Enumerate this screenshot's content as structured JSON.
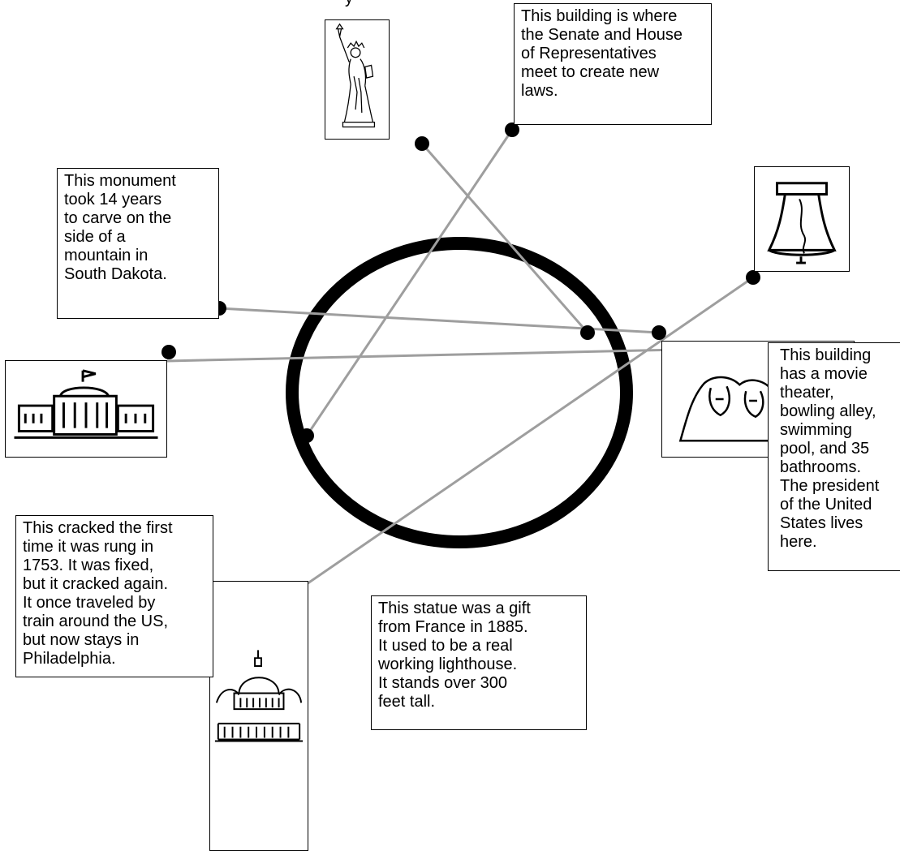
{
  "page": {
    "title_fragment": "y"
  },
  "colors": {
    "ring": "#000000",
    "connector": "#9e9e9e",
    "dot": "#000000",
    "border": "#000000"
  },
  "clues": {
    "capitol": "This building is where\nthe Senate and House\nof Representatives\nmeet to create new\nlaws.",
    "rushmore": "This monument\ntook 14 years\nto carve on the\nside of a\nmountain in\nSouth Dakota.",
    "white_house": "This building\nhas a movie\ntheater,\nbowling alley,\nswimming\npool, and 35\nbathrooms.\nThe president\nof the United\nStates lives\nhere.",
    "liberty_bell": "This cracked the first\ntime it was rung in\n1753.  It was fixed,\nbut it cracked again.\nIt once traveled by\ntrain around the US,\nbut now stays in\nPhiladelphia.",
    "statue_liberty": "This statue was a gift\nfrom France in 1885.\nIt used to be a real\nworking lighthouse.\nIt stands over 300\nfeet tall."
  },
  "pictures": {
    "statue_of_liberty": "statue-of-liberty-icon",
    "liberty_bell": "liberty-bell-icon",
    "white_house": "white-house-icon",
    "mount_rushmore": "mount-rushmore-icon",
    "capitol": "capitol-building-icon"
  }
}
